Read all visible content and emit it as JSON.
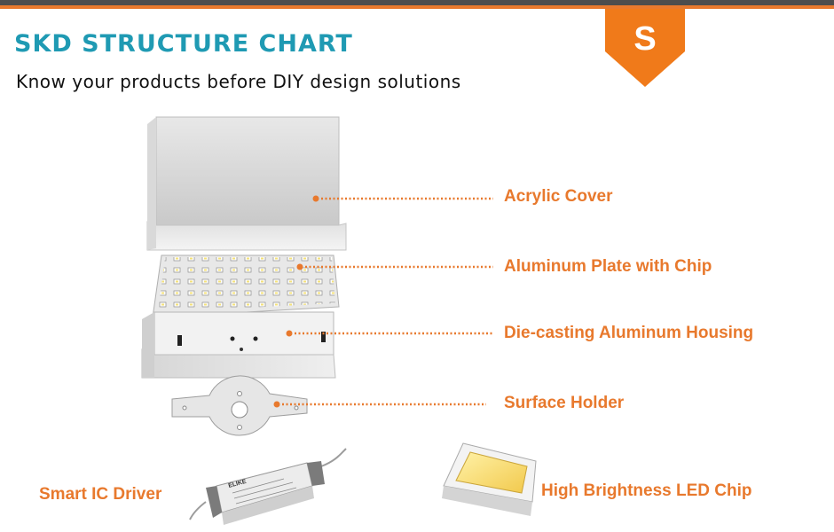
{
  "header": {
    "title": "SKD STRUCTURE CHART",
    "subtitle": "Know your products before DIY design solutions",
    "badge_letter": "S"
  },
  "parts": [
    {
      "label": "Acrylic Cover"
    },
    {
      "label": "Aluminum Plate with Chip"
    },
    {
      "label": "Die-casting Aluminum Housing"
    },
    {
      "label": "Surface Holder"
    },
    {
      "label": "Smart IC Driver"
    },
    {
      "label": "High Brightness LED Chip"
    }
  ],
  "driver_brand": "ELIKE",
  "colors": {
    "accent": "#e8792d",
    "title": "#1f9ab3",
    "bar": "#4d4d4d"
  }
}
